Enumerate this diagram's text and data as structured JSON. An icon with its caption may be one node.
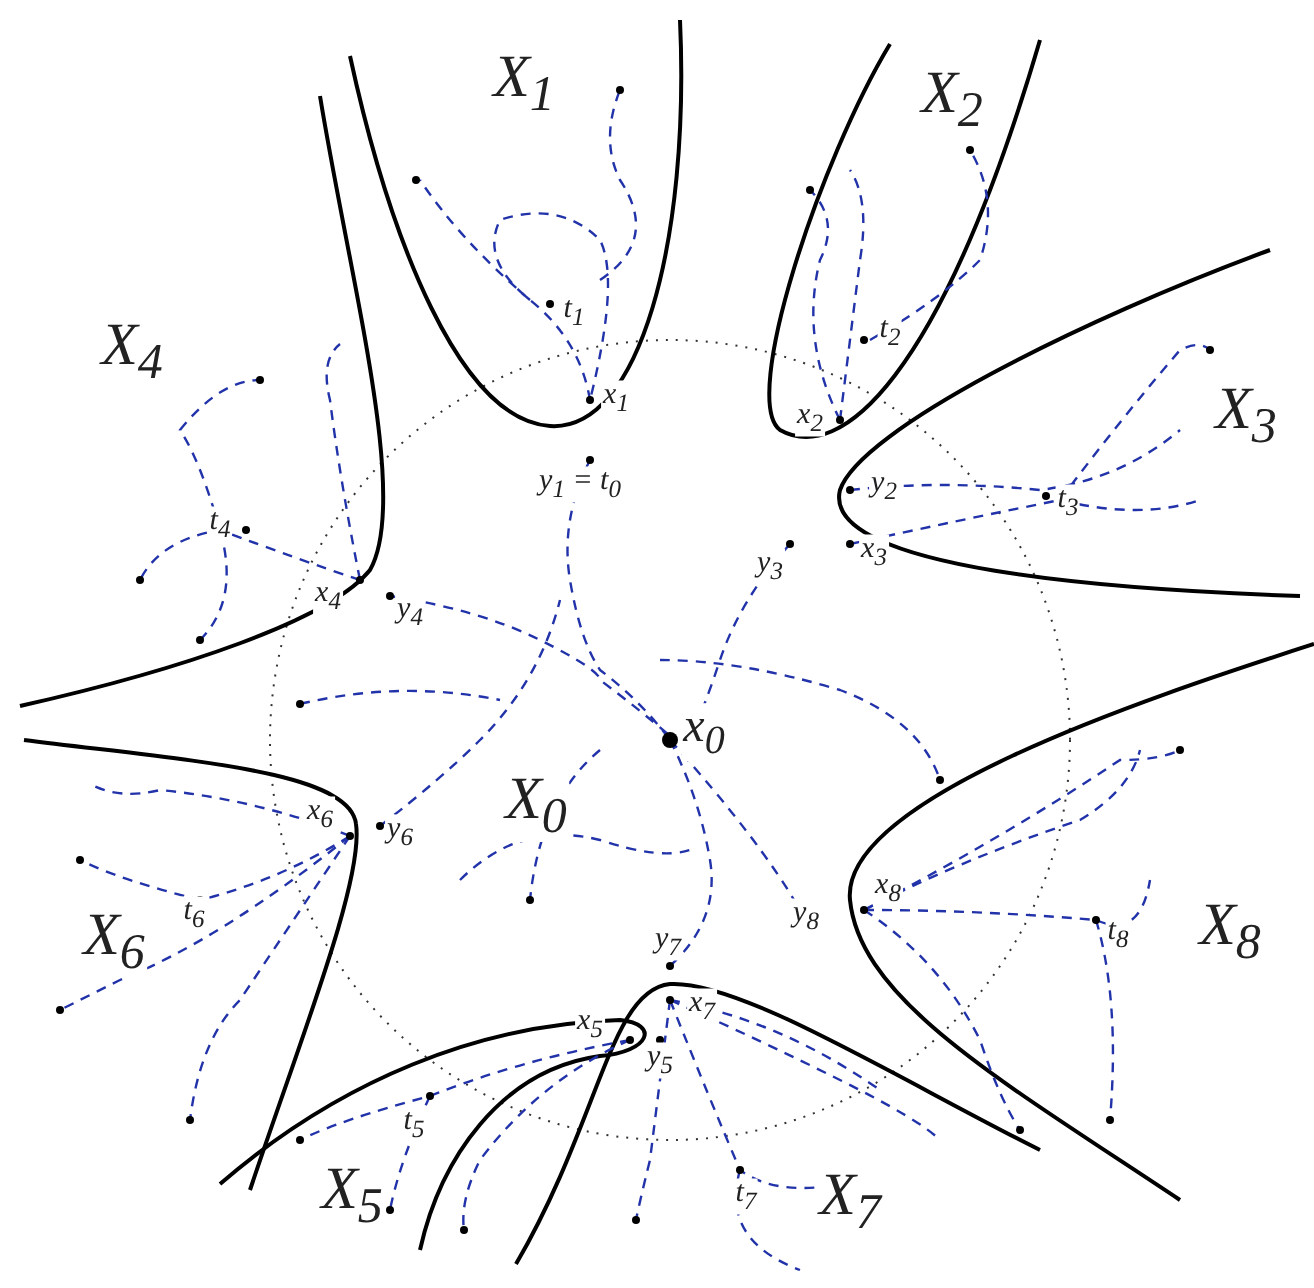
{
  "diagram": {
    "labels": [
      "X$_{1}$",
      "X$_{2}$",
      "t$_{1}$",
      "X$_{4}$",
      "t$_{2}$",
      "x$_{1}$",
      "X$_{3}$",
      "x$_{2}$",
      "y$_{1}$ = t$_{0}$",
      "y$_{2}$",
      "t$_{3}$",
      "t$_{4}$",
      "x$_{3}$",
      "y$_{3}$",
      "x$_{4}$",
      "y$_{4}$",
      "x$_{0}$",
      "X$_{0}$",
      "x$_{6}$",
      "y$_{6}$",
      "y$_{8}$",
      "x$_{8}$",
      "t$_{6}$",
      "t$_{8}$",
      "X$_{8}$",
      "X$_{6}$",
      "y$_{7}$",
      "x$_{7}$",
      "x$_{5}$",
      "y$_{5}$",
      "t$_{5}$",
      "X$_{5}$",
      "t$_{7}$",
      "X$_{7}$"
    ]
  }
}
